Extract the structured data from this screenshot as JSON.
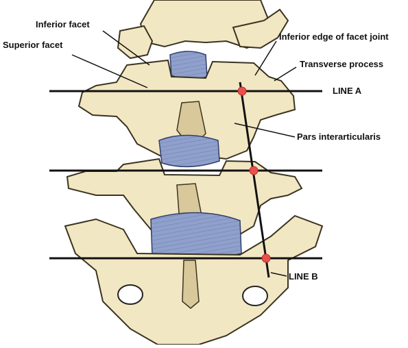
{
  "labels": {
    "inferior_facet": "Inferior facet",
    "superior_facet": "Superior facet",
    "inferior_edge": "Inferior edge of facet joint",
    "transverse_process": "Transverse process",
    "line_a": "LINE A",
    "pars": "Pars interarticularis",
    "line_b": "LINE B"
  },
  "colors": {
    "bone": "#f2e7c3",
    "bone_shadow": "#d8c89a",
    "disc": "#8fa0cc",
    "line": "#111111",
    "marker": "#e8504a"
  }
}
